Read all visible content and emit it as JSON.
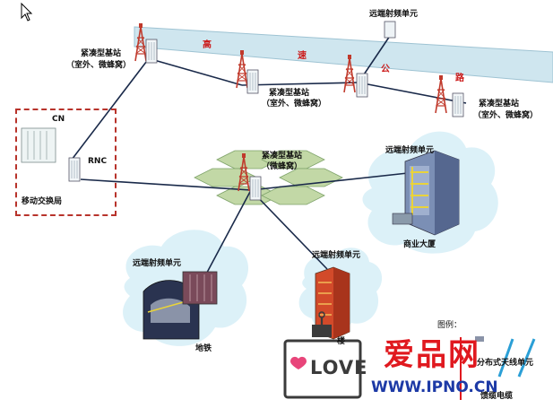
{
  "highway_chars": [
    "高",
    "速",
    "公",
    "路"
  ],
  "labels": {
    "bts_top_left_1": "紧凑型基站",
    "bts_top_left_2": "（室外、微蜂窝）",
    "bts_top_mid_1": "紧凑型基站",
    "bts_top_mid_2": "（室外、微蜂窝）",
    "bts_top_right_1": "紧凑型基站",
    "bts_top_right_2": "（室外、微蜂窝）",
    "rru_top": "远端射频单元",
    "cn": "CN",
    "rnc": "RNC",
    "mobile_office": "移动交换局",
    "bts_center_1": "紧凑型基站",
    "bts_center_2": "（微蜂窝）",
    "rru_building": "远端射频单元",
    "building": "商业大厦",
    "rru_metro": "远端射频单元",
    "metro": "地铁",
    "rru_bottom": "远端射频单元",
    "bottom_partial": "楼",
    "legend_title": "图例：",
    "legend_item1": "分布式天线单元",
    "legend_item2": "馈缆电缆"
  },
  "watermark": {
    "logo_text": "LOVE",
    "brand": "爱品网",
    "url": "WWW.IPNO.CN"
  },
  "colors": {
    "highway": "#cfe6ef",
    "cloud": "#dcf1f8",
    "hex_cells": "#c2d8a6",
    "tower": "#c0392b",
    "watermark_red": "#e0191f",
    "watermark_blue": "#1d3aa6",
    "logo_dark": "#3b3b3b",
    "logo_pink": "#e8457a"
  }
}
